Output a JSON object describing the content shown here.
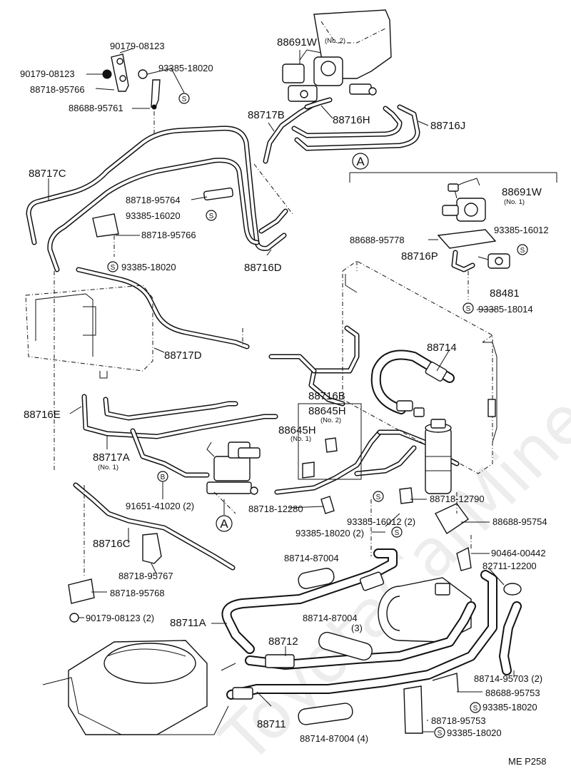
{
  "watermark": "ToyotaCarMine.ru",
  "page_code": "ME  P258",
  "labels": {
    "p90179_08123_top": "90179-08123",
    "p90179_08123_left": "90179-08123",
    "p93385_18020_top": "93385-18020",
    "p88718_95766_top": "88718-95766",
    "p88688_95761": "88688-95761",
    "p88691W_2": "88691W",
    "p88691W_2_sub": "(No. 2)",
    "p88717B": "88717B",
    "p88716H": "88716H",
    "p88716J": "88716J",
    "p88717C": "88717C",
    "p88718_95764": "88718-95764",
    "p93385_16020": "93385-16020",
    "p88718_95766_mid": "88718-95766",
    "p93385_18020_mid": "93385-18020",
    "p88716D": "88716D",
    "p88691W_1": "88691W",
    "p88691W_1_sub": "(No. 1)",
    "p88688_95778": "88688-95778",
    "p93385_16012_r": "93385-16012",
    "p88716P": "88716P",
    "p88481": "88481",
    "p93385_18014": "93385-18014",
    "p88717D": "88717D",
    "p88714": "88714",
    "p88716B": "88716B",
    "p88645H_2": "88645H",
    "p88645H_2_sub": "(No. 2)",
    "p88645H_1": "88645H",
    "p88645H_1_sub": "(No. 1)",
    "p88716E": "88716E",
    "p88717A": "88717A",
    "p88717A_sub": "(No. 1)",
    "p91651_41020": "91651-41020 (2)",
    "p88718_12280": "88718-12280",
    "p88718_12790": "88718-12790",
    "p93385_16012_b": "93385-16012 (2)",
    "p93385_18020_b": "93385-18020 (2)",
    "p88688_95754": "88688-95754",
    "p88716C": "88716C",
    "p88714_87004_a": "88714-87004",
    "p90464_00442": "90464-00442",
    "p82711_12200": "82711-12200",
    "p88718_95767": "88718-95767",
    "p88718_95768": "88718-95768",
    "p90179_08123_bot": "90179-08123 (2)",
    "p88711A": "88711A",
    "p88714_87004_b": "88714-87004",
    "p88714_87004_b_sub": "(3)",
    "p88712": "88712",
    "p88714_95703": "88714-95703 (2)",
    "p88688_95753": "88688-95753",
    "p93385_18020_c": "93385-18020",
    "p88718_95753": "88718-95753",
    "p88711": "88711",
    "p88714_87004_c": "88714-87004 (4)",
    "p93385_18020_d": "93385-18020"
  },
  "markers": {
    "S": "S",
    "B": "B",
    "A": "A"
  }
}
